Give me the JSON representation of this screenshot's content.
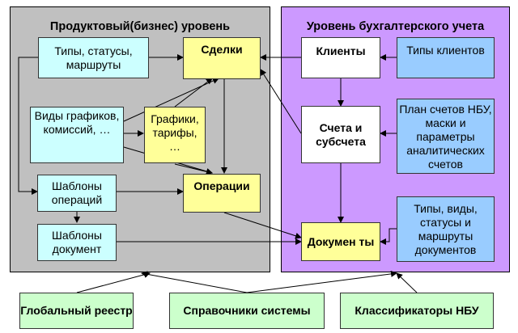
{
  "colors": {
    "gray_panel": "#c0c0c0",
    "purple_panel": "#cc99ff",
    "cyan": "#ccffff",
    "yellow": "#ffff99",
    "white": "#ffffff",
    "blue": "#99ccff",
    "green": "#ccffcc"
  },
  "panels": {
    "product_title": "Продуктовый(бизнес) уровень",
    "accounting_title": "Уровень бухгалтерского учета"
  },
  "nodes": {
    "types_statuses": "Типы, статусы, маршруты",
    "schedule_types": "Виды графиков, комиссий, …",
    "operation_templates": "Шаблоны операций",
    "document_templates": "Шаблоны документ",
    "deals": "Сделки",
    "schedules_tariffs": "Графики, тарифы, …",
    "operations": "Операции",
    "clients": "Клиенты",
    "client_types": "Типы клиентов",
    "accounts": "Счета и субсчета",
    "chart_of_accounts": "План счетов НБУ, маски и параметры аналитических счетов",
    "documents": "Докумен ты",
    "doc_types": "Типы, виды, статусы и маршруты документов",
    "global_registry": "Глобальный реестр",
    "system_references": "Справочники системы",
    "nbu_classifiers": "Классификаторы НБУ"
  }
}
